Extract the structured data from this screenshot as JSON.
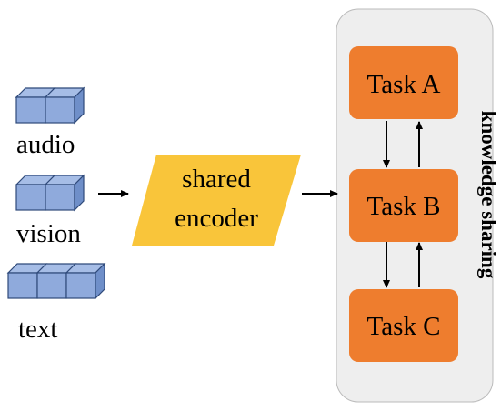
{
  "modalities": [
    {
      "label": "audio",
      "cubes": 2
    },
    {
      "label": "vision",
      "cubes": 2
    },
    {
      "label": "text",
      "cubes": 3
    }
  ],
  "encoder": {
    "line1": "shared",
    "line2": "encoder",
    "fill": "#F9C53A"
  },
  "tasks": [
    {
      "label": "Task A"
    },
    {
      "label": "Task B"
    },
    {
      "label": "Task C"
    }
  ],
  "panel": {
    "label": "knowledge sharing",
    "fill": "#EEEEEE",
    "stroke": "#BBBBBB"
  },
  "colors": {
    "task_fill": "#EE7D2E",
    "cube_front": "#8FAADC",
    "cube_top": "#A6BDE6",
    "cube_side": "#6F8FC9",
    "cube_stroke": "#2F4A7A"
  }
}
